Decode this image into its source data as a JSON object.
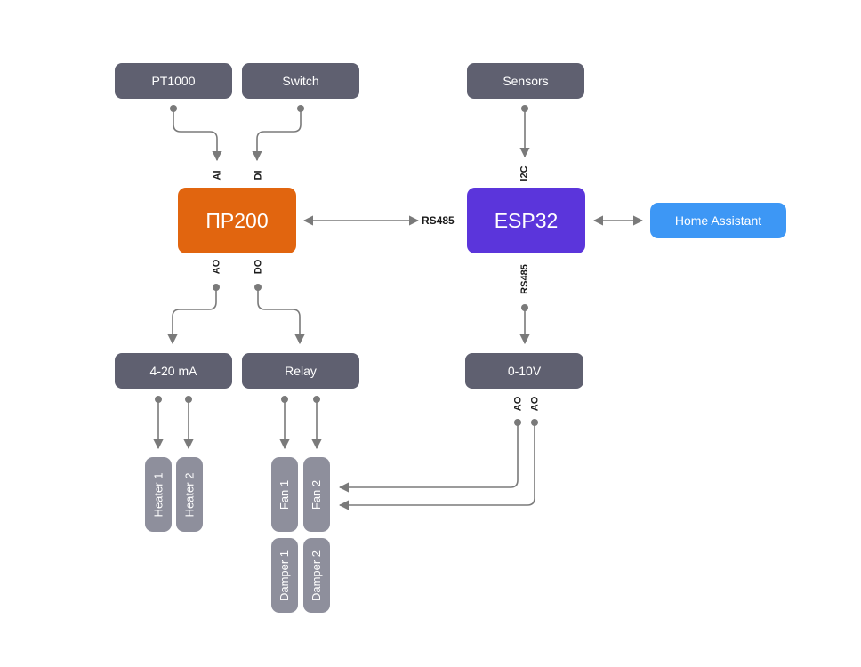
{
  "nodes": {
    "pt1000": "PT1000",
    "switch": "Switch",
    "sensors": "Sensors",
    "pr200": "ПР200",
    "esp32": "ESP32",
    "home_assistant": "Home Assistant",
    "ma_4_20": "4-20 mA",
    "relay": "Relay",
    "v_0_10": "0-10V",
    "heater1": "Heater 1",
    "heater2": "Heater 2",
    "fan1": "Fan 1",
    "fan2": "Fan 2",
    "damper1": "Damper 1",
    "damper2": "Damper 2"
  },
  "ports": {
    "pr200_ai": "AI",
    "pr200_di": "DI",
    "pr200_ao": "AO",
    "pr200_do": "DO",
    "esp32_i2c": "I2C",
    "esp32_rs485_bottom": "RS485",
    "esp32_rs485_left": "RS485",
    "v010_ao_1": "AO",
    "v010_ao_2": "AO"
  },
  "colors": {
    "gray_box": "#5f6070",
    "light_gray_box": "#8e8f9c",
    "pr200": "#e1650f",
    "esp32": "#5b35db",
    "home_assistant": "#3d97f5",
    "connector": "#7a7a7a"
  }
}
